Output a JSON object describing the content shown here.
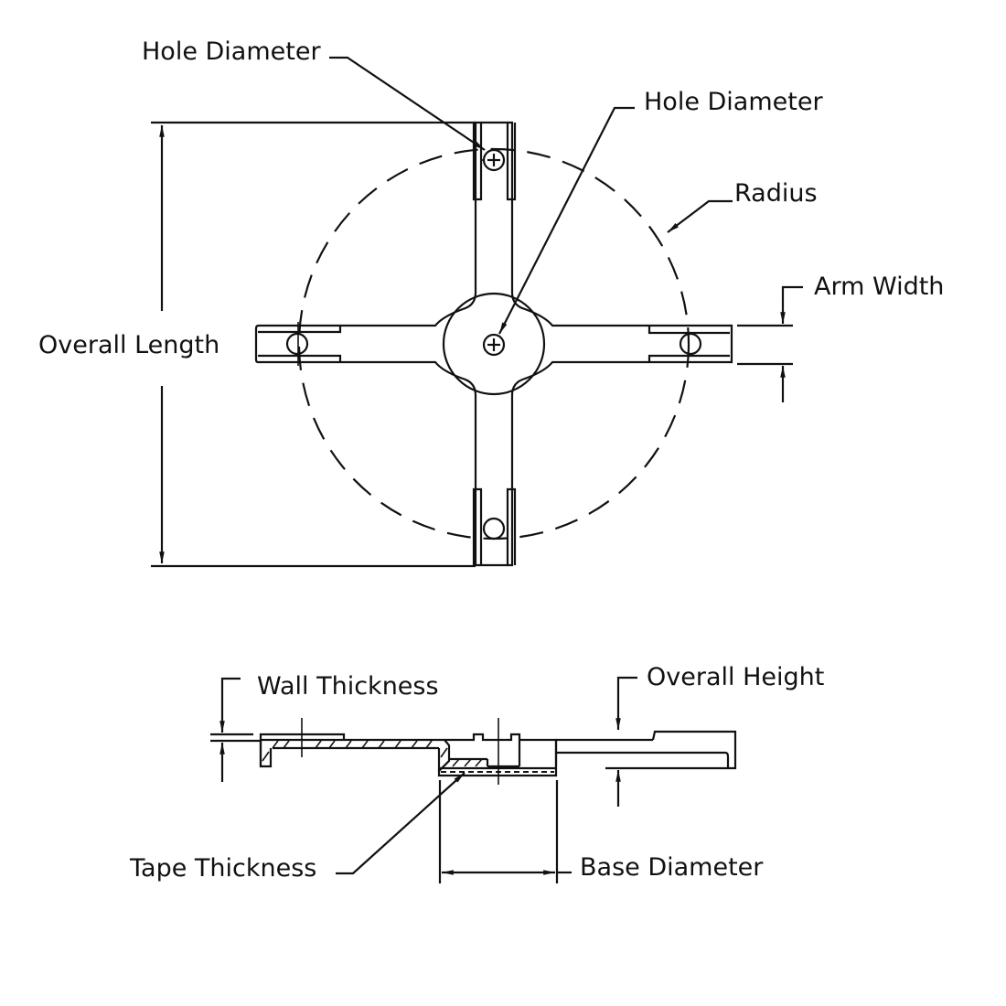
{
  "drawing": {
    "top_view": {
      "labels": {
        "hole_diameter_outer": "Hole Diameter",
        "hole_diameter_center": "Hole Diameter",
        "radius": "Radius",
        "arm_width": "Arm Width",
        "overall_length": "Overall Length"
      }
    },
    "side_view": {
      "labels": {
        "wall_thickness": "Wall Thickness",
        "overall_height": "Overall Height",
        "tape_thickness": "Tape Thickness",
        "base_diameter": "Base Diameter"
      }
    },
    "colors": {
      "line": "#111111",
      "background": "#ffffff"
    }
  }
}
